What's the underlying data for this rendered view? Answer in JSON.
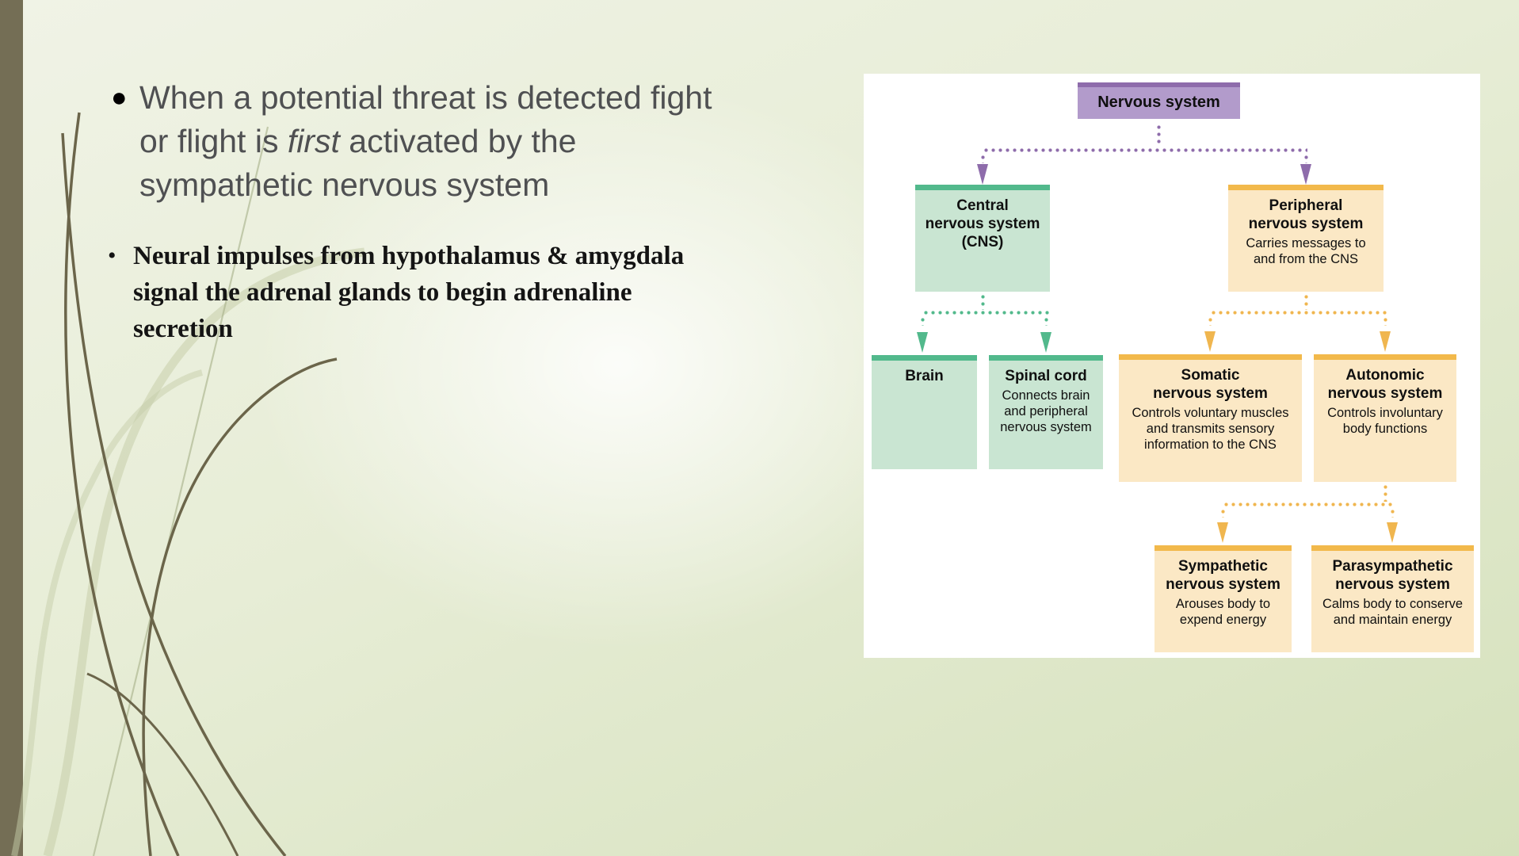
{
  "content": {
    "bullet1": {
      "marker": "●",
      "lines": [
        {
          "pre": "When a potential threat is detected fight"
        },
        {
          "pre": "or flight is ",
          "italic": "first",
          "post": " activated by the"
        },
        {
          "pre": "sympathetic nervous system"
        }
      ]
    },
    "bullet2": {
      "marker": "•",
      "lines": [
        "Neural impulses from hypothalamus & amygdala",
        "signal the adrenal glands to begin adrenaline",
        "secretion"
      ]
    }
  },
  "diagram": {
    "nervous_system": {
      "title_lines": [
        "Nervous system"
      ]
    },
    "cns": {
      "title_lines": [
        "Central",
        "nervous system",
        "(CNS)"
      ],
      "desc_lines": []
    },
    "pns": {
      "title_lines": [
        "Peripheral",
        "nervous system"
      ],
      "desc_lines": [
        "Carries messages to",
        "and from the CNS"
      ]
    },
    "brain": {
      "title_lines": [
        "Brain"
      ],
      "desc_lines": []
    },
    "spinal_cord": {
      "title_lines": [
        "Spinal cord"
      ],
      "desc_lines": [
        "Connects brain",
        "and peripheral",
        "nervous system"
      ]
    },
    "somatic": {
      "title_lines": [
        "Somatic",
        "nervous system"
      ],
      "desc_lines": [
        "Controls voluntary muscles",
        "and transmits sensory",
        "information to the CNS"
      ]
    },
    "autonomic": {
      "title_lines": [
        "Autonomic",
        "nervous system"
      ],
      "desc_lines": [
        "Controls involuntary",
        "body functions"
      ]
    },
    "sympathetic": {
      "title_lines": [
        "Sympathetic",
        "nervous system"
      ],
      "desc_lines": [
        "Arouses body to",
        "expend energy"
      ]
    },
    "parasympathetic": {
      "title_lines": [
        "Parasympathetic",
        "nervous system"
      ],
      "desc_lines": [
        "Calms body to conserve",
        "and maintain energy"
      ]
    }
  },
  "colors": {
    "purple_fill": "#b29bcb",
    "purple_strip": "#8e6cab",
    "green_fill": "#c9e5d2",
    "green_strip": "#52b98c",
    "orange_fill": "#fbe8c5",
    "orange_strip": "#f2b94b",
    "slide_bg": "#e3ead2",
    "left_bar": "#746e55",
    "bullet1_text": "#4f5052",
    "bullet2_text": "#141414"
  }
}
